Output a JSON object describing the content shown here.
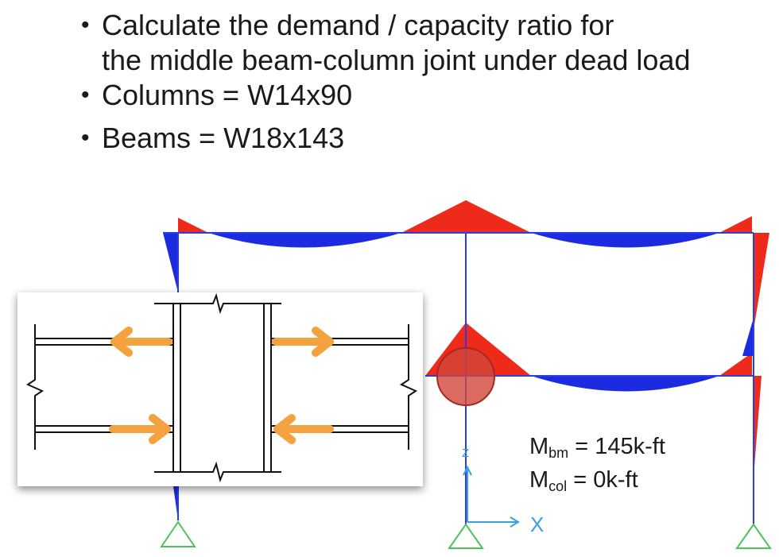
{
  "bullets": [
    {
      "line1": "Calculate the demand / capacity ratio for",
      "line2": "the middle beam-column joint under dead load"
    },
    {
      "line1": "Columns = W14x90"
    },
    {
      "line1": "Beams = W18x143"
    }
  ],
  "bullet_glyph": "•",
  "moments": {
    "beam_symbol": "M",
    "beam_sub": "bm",
    "beam_value": "= 145k-ft",
    "col_symbol": "M",
    "col_sub": "col",
    "col_value": "= 0k-ft"
  },
  "axes": {
    "x_label": "X",
    "z_label": "Z"
  },
  "colors": {
    "positive_moment": "#ee2a1a",
    "negative_moment": "#1d2be0",
    "frame_line": "#2a3de6",
    "support": "#4cc45a",
    "joint_highlight": "#d2463a",
    "force_arrow": "#f4a23f",
    "axis": "#3aa0e0"
  }
}
